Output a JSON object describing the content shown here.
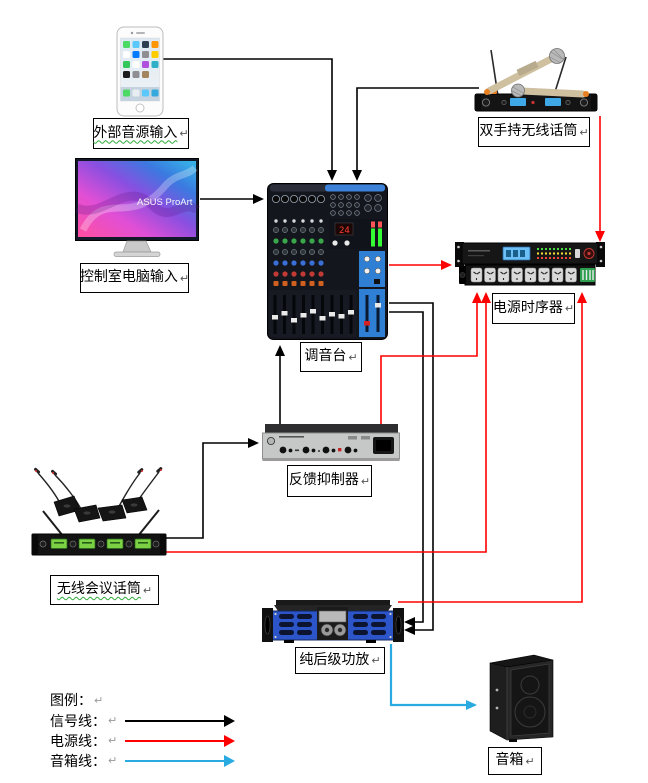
{
  "colors": {
    "signal_line": "#000000",
    "power_line": "#ff0000",
    "speaker_line": "#29abe2",
    "label_border": "#000000"
  },
  "pilcrow": "↵",
  "devices": {
    "phone": {
      "name": "外部音源输入"
    },
    "handheld_mics": {
      "name": "双手持无线话筒"
    },
    "monitor": {
      "name": "控制室电脑输入",
      "screen_text": "ASUS ProArt"
    },
    "mixer": {
      "name": "调音台",
      "display_value": "24"
    },
    "sequencer": {
      "name": "电源时序器"
    },
    "suppressor": {
      "name": "反馈抑制器"
    },
    "conference_mics": {
      "name": "无线会议话筒"
    },
    "amplifier": {
      "name": "纯后级功放"
    },
    "speaker": {
      "name": "音箱"
    }
  },
  "legend": {
    "title": "图例：",
    "items": [
      {
        "label": "信号线：",
        "type": "signal",
        "color": "#000000"
      },
      {
        "label": "电源线：",
        "type": "power",
        "color": "#ff0000"
      },
      {
        "label": "音箱线：",
        "type": "speaker",
        "color": "#29abe2"
      }
    ]
  },
  "connections": [
    {
      "from": "外部音源输入",
      "to": "调音台",
      "type": "信号线"
    },
    {
      "from": "双手持无线话筒",
      "to": "调音台",
      "type": "信号线"
    },
    {
      "from": "控制室电脑输入",
      "to": "调音台",
      "type": "信号线"
    },
    {
      "from": "反馈抑制器",
      "to": "调音台",
      "type": "信号线"
    },
    {
      "from": "无线会议话筒",
      "to": "反馈抑制器",
      "type": "信号线"
    },
    {
      "from": "调音台",
      "to": "纯后级功放",
      "type": "信号线",
      "count": 2
    },
    {
      "from": "调音台",
      "to": "电源时序器",
      "type": "电源线"
    },
    {
      "from": "双手持无线话筒",
      "to": "电源时序器",
      "type": "电源线"
    },
    {
      "from": "反馈抑制器",
      "to": "电源时序器",
      "type": "电源线"
    },
    {
      "from": "无线会议话筒",
      "to": "电源时序器",
      "type": "电源线"
    },
    {
      "from": "纯后级功放",
      "to": "电源时序器",
      "type": "电源线"
    },
    {
      "from": "纯后级功放",
      "to": "音箱",
      "type": "音箱线"
    }
  ]
}
